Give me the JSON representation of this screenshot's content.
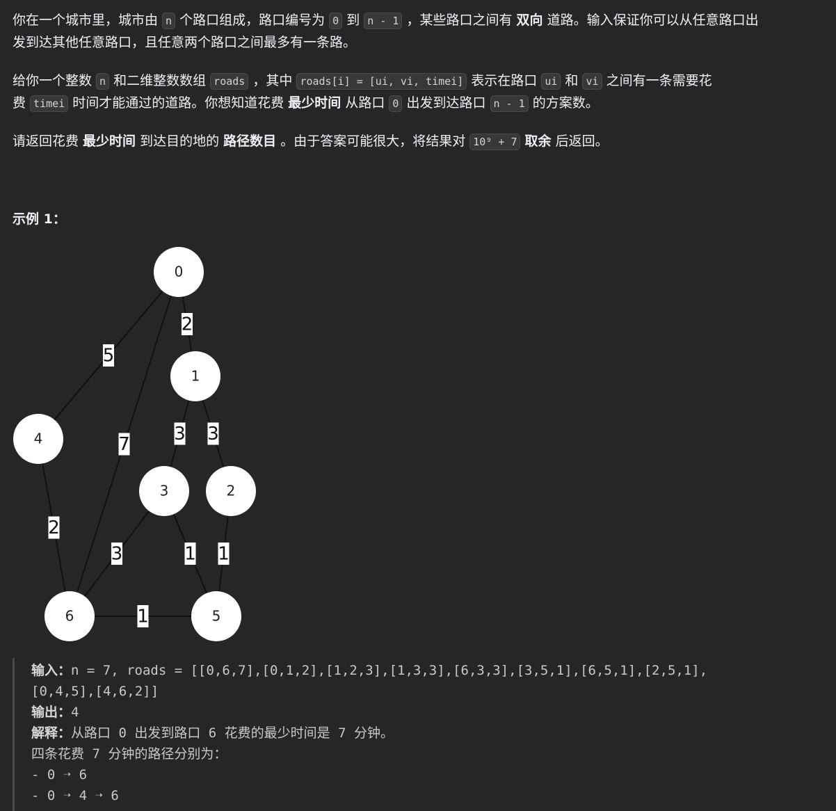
{
  "p1": {
    "t1": "你在一个城市里，城市由 ",
    "c1": "n",
    "t2": " 个路口组成，路口编号为 ",
    "c2": "0",
    "t3": " 到 ",
    "c3": "n - 1",
    "t4": " ，某些路口之间有 ",
    "b1": "双向",
    "t5": " 道路。输入保证你可以从任意路口出",
    "t6": "发到达其他任意路口，且任意两个路口之间最多有一条路。"
  },
  "p2": {
    "t1": "给你一个整数 ",
    "c1": "n",
    "t2": " 和二维整数数组 ",
    "c2": "roads",
    "t3": " ，其中 ",
    "c3": "roads[i] = [ui, vi, timei]",
    "t4": " 表示在路口 ",
    "c4": "ui",
    "t5": " 和 ",
    "c5": "vi",
    "t6": " 之间有一条需要花",
    "t7": "费 ",
    "c6": "timei",
    "t8": " 时间才能通过的道路。你想知道花费 ",
    "b1": "最少时间",
    "t9": " 从路口 ",
    "c7": "0",
    "t10": " 出发到达路口 ",
    "c8": "n - 1",
    "t11": " 的方案数。"
  },
  "p3": {
    "t1": "请返回花费 ",
    "b1": "最少时间",
    "t2": " 到达目的地的 ",
    "b2": "路径数目",
    "t3": " 。由于答案可能很大，将结果对 ",
    "c1": "10⁹ + 7",
    "t4": " ",
    "b3": "取余",
    "t5": " 后返回。"
  },
  "example_title": "示例 1：",
  "graph": {
    "nodes": [
      "0",
      "1",
      "2",
      "3",
      "4",
      "5",
      "6"
    ],
    "edges": [
      {
        "u": "0",
        "v": "6",
        "w": "7"
      },
      {
        "u": "0",
        "v": "1",
        "w": "2"
      },
      {
        "u": "1",
        "v": "2",
        "w": "3"
      },
      {
        "u": "1",
        "v": "3",
        "w": "3"
      },
      {
        "u": "6",
        "v": "3",
        "w": "3"
      },
      {
        "u": "3",
        "v": "5",
        "w": "1"
      },
      {
        "u": "6",
        "v": "5",
        "w": "1"
      },
      {
        "u": "2",
        "v": "5",
        "w": "1"
      },
      {
        "u": "0",
        "v": "4",
        "w": "5"
      },
      {
        "u": "4",
        "v": "6",
        "w": "2"
      }
    ]
  },
  "example": {
    "input_label": "输入：",
    "input_value": "n = 7, roads = [[0,6,7],[0,1,2],[1,2,3],[1,3,3],[6,3,3],[3,5,1],[6,5,1],[2,5,1],",
    "input_value2": "[0,4,5],[4,6,2]]",
    "output_label": "输出：",
    "output_value": "4",
    "explain_label": "解释：",
    "explain_value": "从路口 0 出发到路口 6 花费的最少时间是 7 分钟。",
    "line4": "四条花费 7 分钟的路径分别为：",
    "line5": "- 0 ➝ 6",
    "line6": "- 0 ➝ 4 ➝ 6"
  }
}
